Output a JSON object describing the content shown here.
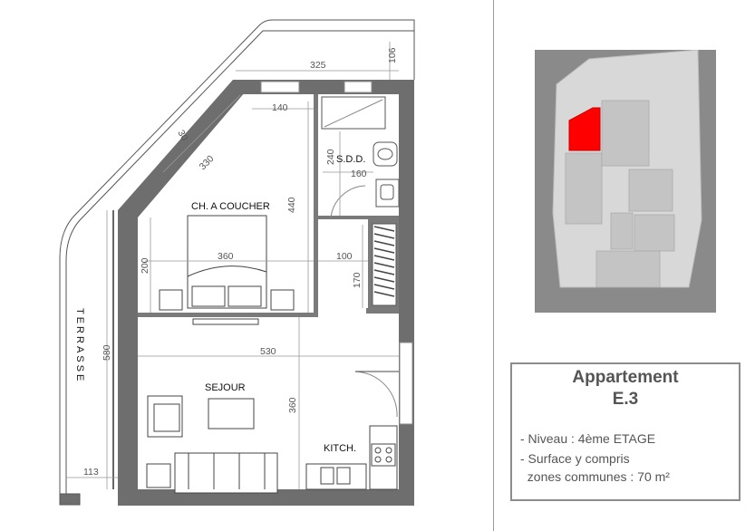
{
  "plan": {
    "rooms": {
      "bedroom": "CH. A COUCHER",
      "bathroom": "S.D.D.",
      "living": "SEJOUR",
      "kitchen": "KITCH.",
      "terrace": "TERRASSE"
    },
    "dimensions": {
      "top_width": "325",
      "top_right": "106",
      "bed_top": "140",
      "diag_small": "30",
      "diag": "330",
      "bath_height": "240",
      "bath_width": "160",
      "bedroom_height": "440",
      "bedroom_width": "360",
      "bedroom_left": "200",
      "corridor": "100",
      "closet": "170",
      "living_width": "530",
      "terrace_height": "580",
      "living_height": "360",
      "terrace_width": "113"
    }
  },
  "location_map": {
    "highlight_color": "#ff0000",
    "background_color": "#8a8a8a"
  },
  "info": {
    "title_line1": "Appartement",
    "title_line2": "E.3",
    "level": "- Niveau : 4ème ETAGE",
    "surface_line1": "- Surface y compris",
    "surface_line2": "  zones communes : 70 m²"
  }
}
